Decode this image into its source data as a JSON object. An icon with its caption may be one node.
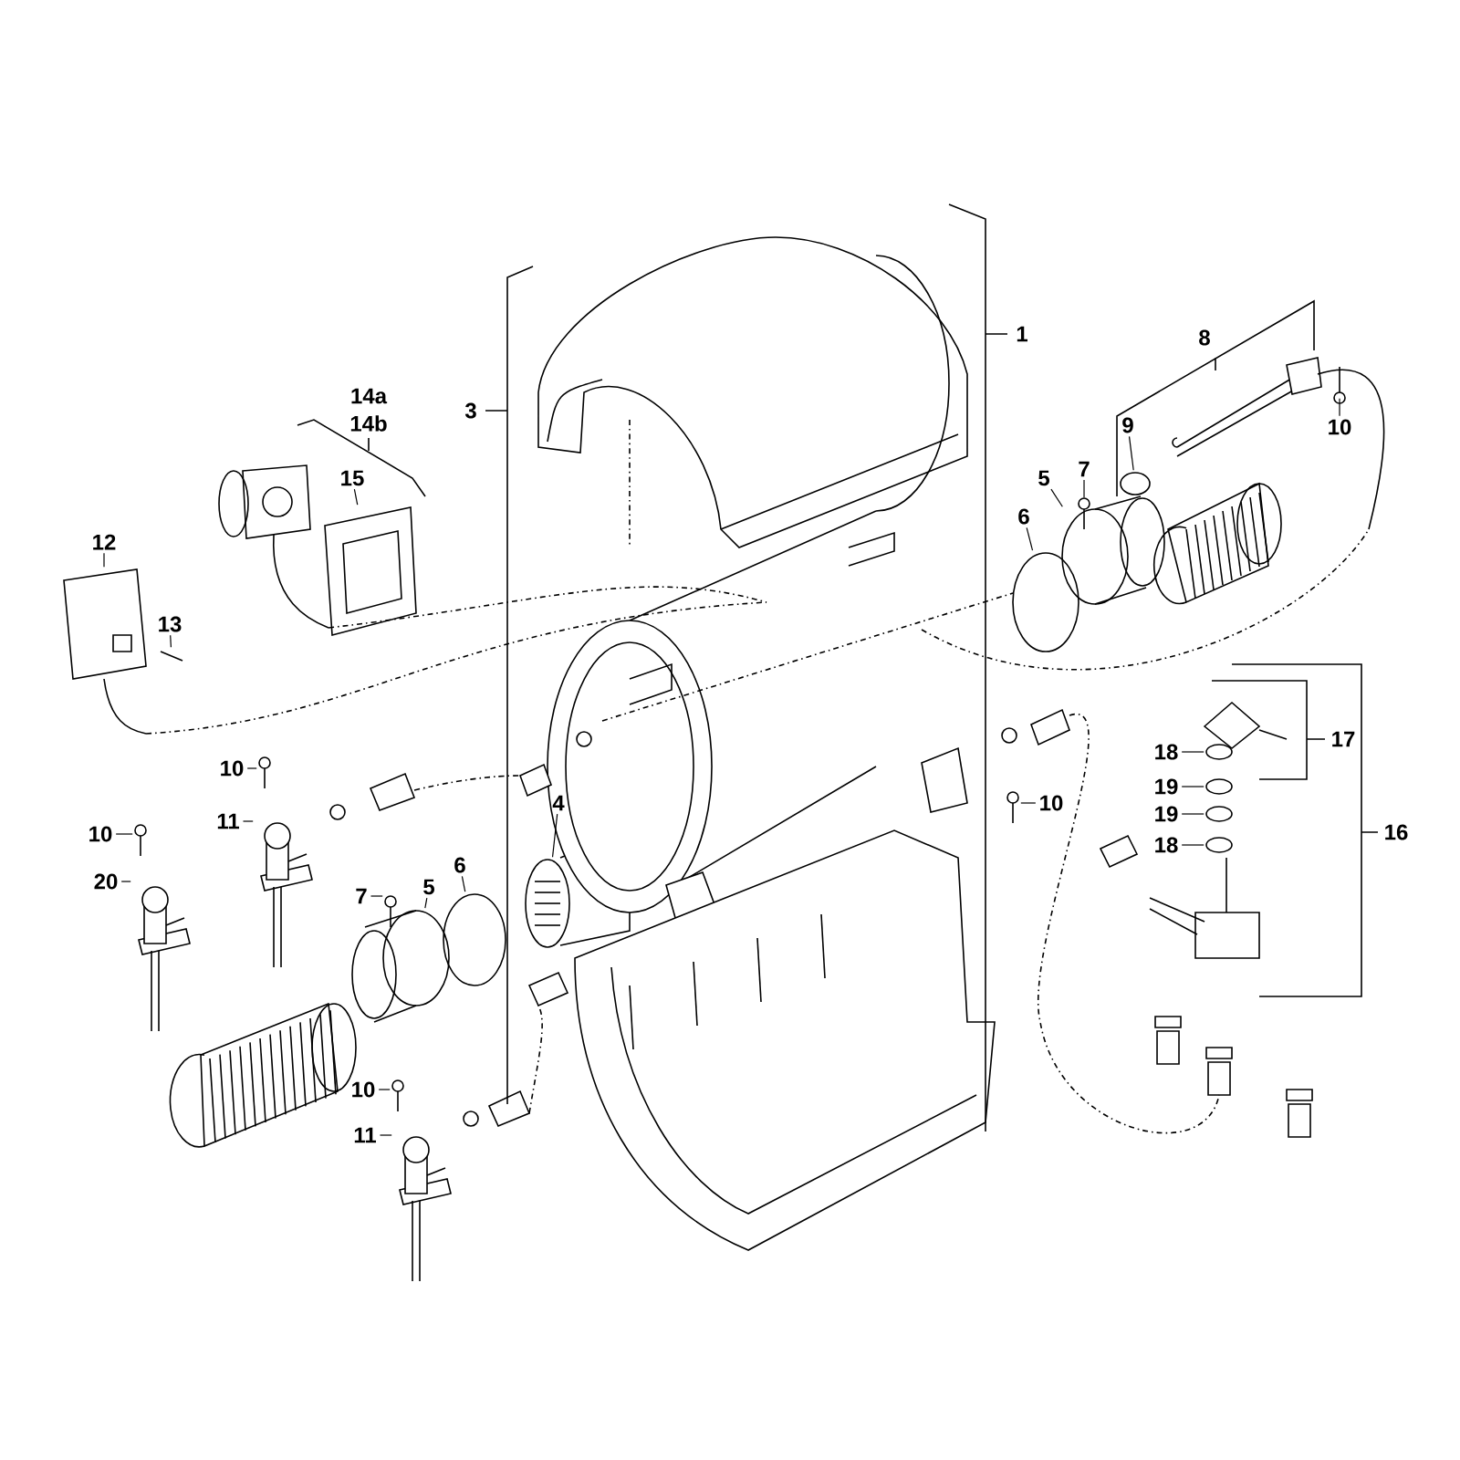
{
  "diagram": {
    "nodes": [
      {
        "text": [
          "9"
        ]
      },
      {
        "text": [
          "10"
        ]
      },
      {
        "text": [
          "7"
        ]
      },
      {
        "text": [
          "5"
        ]
      },
      {
        "text": [
          "6"
        ]
      },
      {
        "text": [
          "15"
        ]
      },
      {
        "text": [
          "12"
        ]
      },
      {
        "text": [
          "13"
        ]
      },
      {
        "text": [
          "18"
        ]
      },
      {
        "text": [
          "10"
        ]
      },
      {
        "text": [
          "19"
        ]
      },
      {
        "text": [
          "10"
        ]
      },
      {
        "text": [
          "4"
        ]
      },
      {
        "text": [
          "11"
        ]
      },
      {
        "text": [
          "19"
        ]
      },
      {
        "text": [
          "10"
        ]
      },
      {
        "text": [
          "18"
        ]
      },
      {
        "text": [
          "6"
        ]
      },
      {
        "text": [
          "20"
        ]
      },
      {
        "text": [
          "7"
        ]
      },
      {
        "text": [
          "5"
        ]
      },
      {
        "text": [
          "10"
        ]
      },
      {
        "text": [
          "11"
        ]
      },
      {
        "text": [],
        "shape": "circle"
      },
      {
        "text": [],
        "shape": "picture"
      },
      {
        "text": [],
        "shape": "picture"
      },
      {
        "text": [],
        "shape": "circle"
      },
      {
        "text": [],
        "shape": "circle"
      },
      {
        "text": [],
        "shape": "picture"
      },
      {
        "text": [],
        "shape": "picture"
      },
      {
        "text": [],
        "shape": "picture"
      },
      {
        "text": [],
        "shape": "circle"
      },
      {
        "text": [],
        "shape": "picture"
      },
      {
        "text": [],
        "shape": "circle"
      },
      {
        "text": [],
        "shape": "picture"
      },
      {
        "text": [],
        "shape": "cylinder"
      },
      {
        "text": [],
        "shape": "picture"
      },
      {
        "text": [],
        "shape": "circle"
      },
      {
        "text": [],
        "shape": "picture"
      },
      {
        "text": [],
        "shape": "circle"
      },
      {
        "text": [],
        "shape": "circle"
      },
      {
        "text": [],
        "shape": "picture"
      },
      {
        "text": [],
        "shape": "picture"
      },
      {
        "text": [],
        "shape": "circle"
      },
      {
        "text": [],
        "shape": "picture"
      },
      {
        "text": [],
        "shape": "picture"
      }
    ],
    "edges": [
      {
        "from": 0,
        "to": 23,
        "arrow": "none"
      },
      {
        "from": 1,
        "to": 24,
        "arrow": "none"
      },
      {
        "from": 2,
        "to": 25,
        "arrow": "none"
      },
      {
        "from": 3,
        "to": 26,
        "arrow": "none"
      },
      {
        "from": 4,
        "to": 27,
        "arrow": "none"
      },
      {
        "from": 5,
        "to": 28,
        "arrow": "none"
      },
      {
        "from": 6,
        "to": 29,
        "arrow": "none"
      },
      {
        "from": 7,
        "to": 30,
        "arrow": "none"
      },
      {
        "from": 8,
        "to": 31,
        "arrow": "none"
      },
      {
        "from": 9,
        "to": 32,
        "arrow": "none"
      },
      {
        "from": 10,
        "to": 33,
        "arrow": "none"
      },
      {
        "from": 11,
        "to": 34,
        "arrow": "none"
      },
      {
        "from": 12,
        "to": 35,
        "arrow": "none"
      },
      {
        "from": 13,
        "to": 36,
        "arrow": "none"
      },
      {
        "from": 14,
        "to": 37,
        "arrow": "none"
      },
      {
        "from": 15,
        "to": 38,
        "arrow": "none"
      },
      {
        "from": 16,
        "to": 39,
        "arrow": "none"
      },
      {
        "from": 17,
        "to": 40,
        "arrow": "none"
      },
      {
        "from": 18,
        "to": 41,
        "arrow": "none"
      },
      {
        "from": 19,
        "to": 42,
        "arrow": "none"
      },
      {
        "from": 20,
        "to": 43,
        "arrow": "none"
      },
      {
        "from": 21,
        "to": 44,
        "arrow": "none"
      },
      {
        "from": 22,
        "to": 45,
        "arrow": "none"
      }
    ],
    "labels": [
      "1",
      "8",
      "14a",
      "3",
      "14b",
      "17",
      "16"
    ]
  }
}
